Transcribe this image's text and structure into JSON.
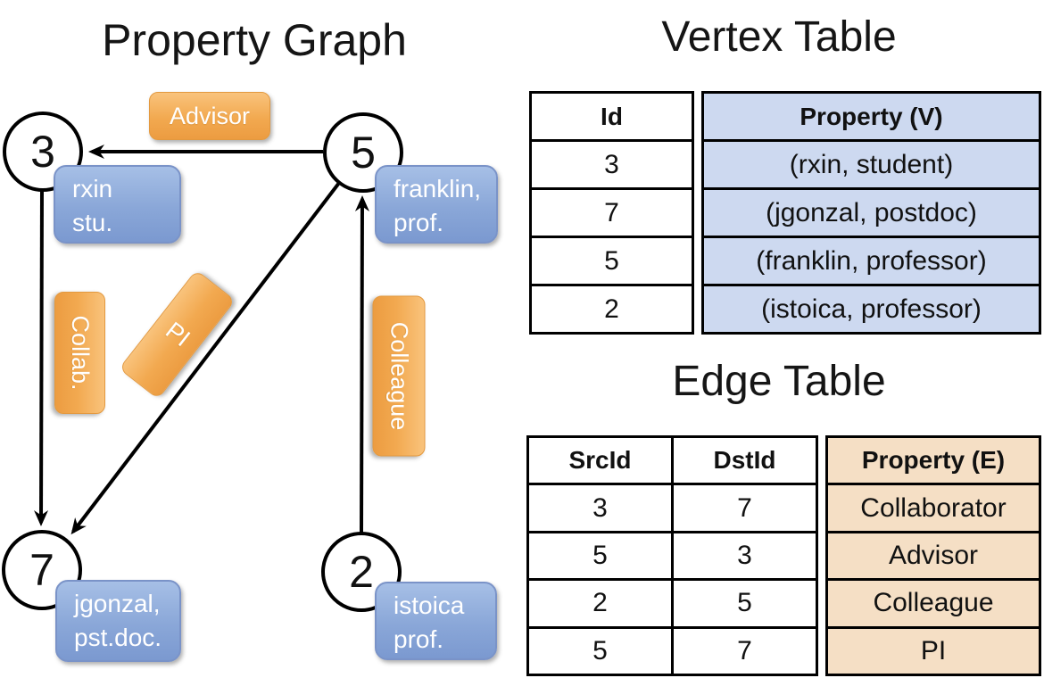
{
  "graph": {
    "title": "Property Graph",
    "nodes": {
      "n3": "3",
      "n5": "5",
      "n7": "7",
      "n2": "2"
    },
    "edge_labels": {
      "advisor": "Advisor",
      "collab": "Collab.",
      "pi": "PI",
      "colleague": "Colleague"
    },
    "vertex_labels": {
      "v3": [
        "rxin",
        "stu."
      ],
      "v5": [
        "franklin,",
        "prof."
      ],
      "v7": [
        "jgonzal,",
        "pst.doc."
      ],
      "v2": [
        "istoica",
        "prof."
      ]
    }
  },
  "vertex_table": {
    "title": "Vertex Table",
    "columns": [
      "Id",
      "Property (V)"
    ],
    "rows": [
      [
        "3",
        "(rxin, student)"
      ],
      [
        "7",
        "(jgonzal, postdoc)"
      ],
      [
        "5",
        "(franklin, professor)"
      ],
      [
        "2",
        "(istoica, professor)"
      ]
    ]
  },
  "edge_table": {
    "title": "Edge Table",
    "columns": [
      "SrcId",
      "DstId",
      "Property (E)"
    ],
    "rows": [
      [
        "3",
        "7",
        "Collaborator"
      ],
      [
        "5",
        "3",
        "Advisor"
      ],
      [
        "2",
        "5",
        "Colleague"
      ],
      [
        "5",
        "7",
        "PI"
      ]
    ]
  },
  "colors": {
    "edge_label_orange_top": "#f9c37c",
    "edge_label_orange_bottom": "#ec9c41",
    "vertex_box_blue_top": "#a6bfe6",
    "vertex_box_blue_bottom": "#7b99d0",
    "vertex_property_column_bg": "#cdd9f0",
    "edge_property_column_bg": "#f5dfc5",
    "line_color": "#000000"
  }
}
